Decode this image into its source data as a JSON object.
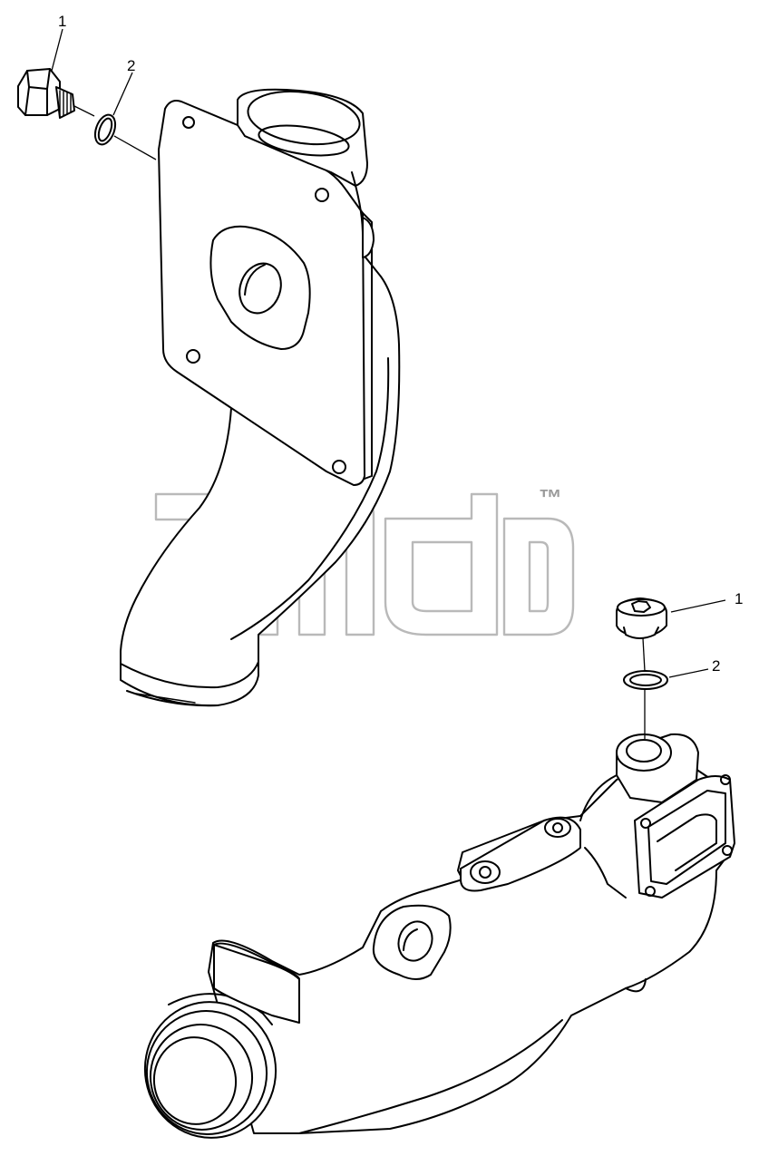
{
  "callouts": {
    "top_plug": "1",
    "top_ring": "2",
    "bottom_plug": "1",
    "bottom_ring": "2"
  },
  "watermark": {
    "mark": "™",
    "color": "#b9b9b9"
  }
}
